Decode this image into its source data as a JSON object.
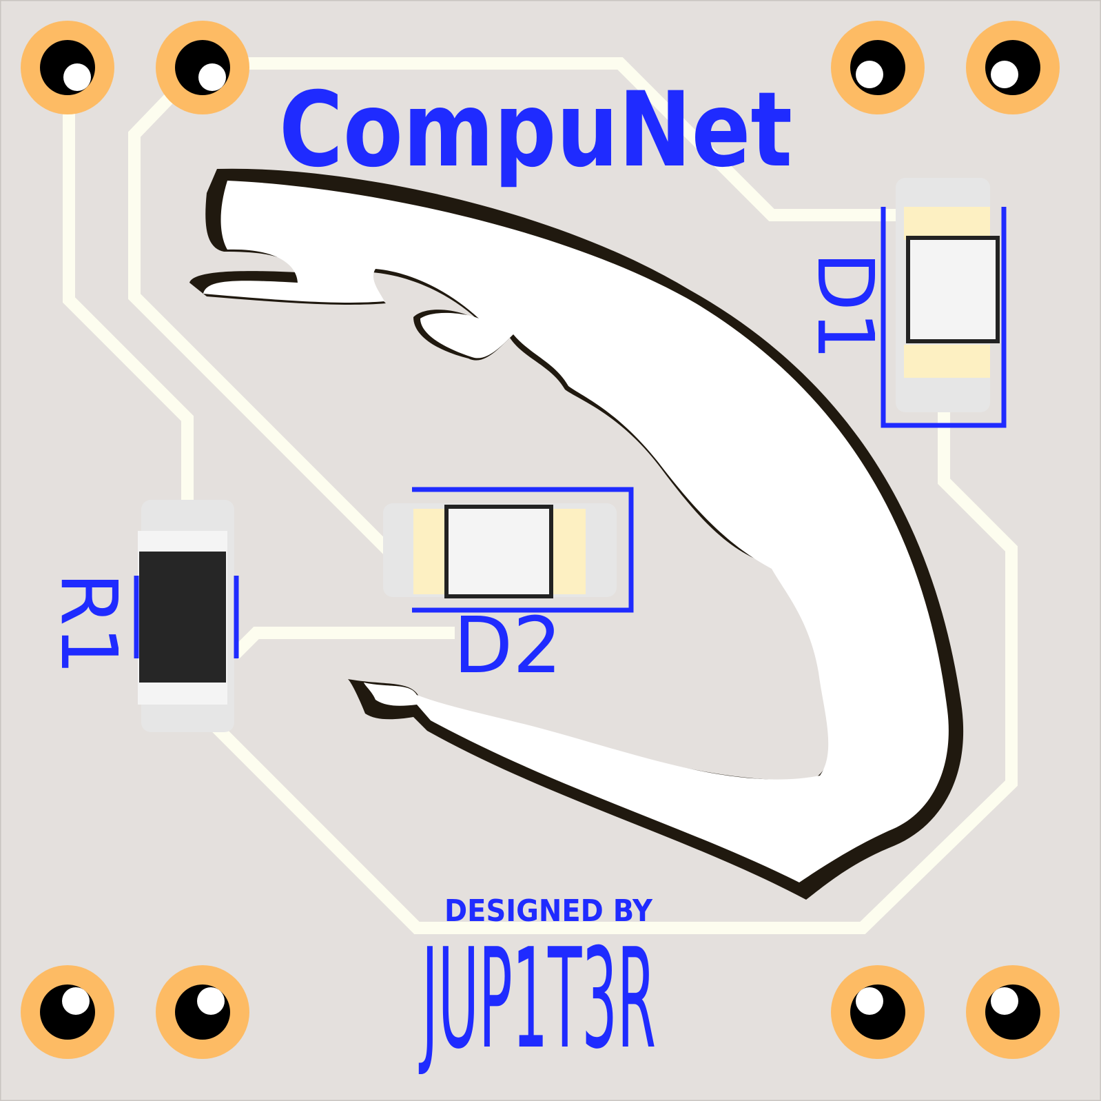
{
  "board": {
    "title": "CompuNet",
    "credit": "DESIGNED BY",
    "logo": "JUP1T3R",
    "components": {
      "d1": "D1",
      "d2": "D2",
      "r1": "R1"
    }
  },
  "colors": {
    "board": "#e4e0dd",
    "silkscreen": "#1f2bff",
    "copper": "#fdbb64",
    "trace": "#fdfdef",
    "pad": "#e6e6e6"
  }
}
